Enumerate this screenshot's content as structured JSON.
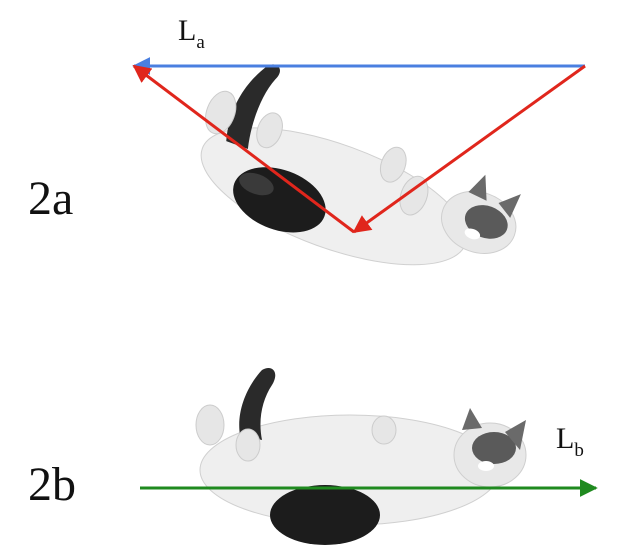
{
  "panels": {
    "a": {
      "label": "2a",
      "vector_main": "L",
      "vector_sub": "a"
    },
    "b": {
      "label": "2b",
      "vector_main": "L",
      "vector_sub": "b"
    }
  },
  "colors": {
    "blue_arrow": "#4a7fe0",
    "red_arrow": "#e0261c",
    "green_arrow": "#1f8a1f",
    "cat_dark": "#1c1c1c",
    "cat_white": "#efefef"
  }
}
